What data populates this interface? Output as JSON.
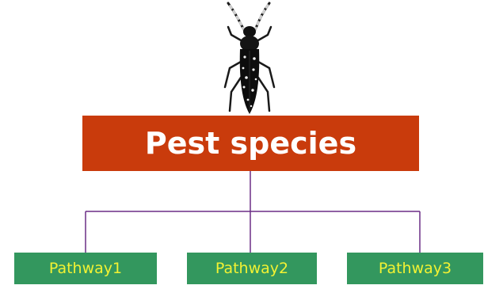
{
  "diagram": {
    "root": {
      "label": "Pest species",
      "image": "beetle-illustration"
    },
    "children": [
      {
        "label": "Pathway1"
      },
      {
        "label": "Pathway2"
      },
      {
        "label": "Pathway3"
      }
    ]
  },
  "colors": {
    "root_fill": "#c93b0c",
    "root_text": "#ffffff",
    "child_fill": "#33975e",
    "child_text": "#f2f233",
    "connector": "#6b2d86"
  }
}
